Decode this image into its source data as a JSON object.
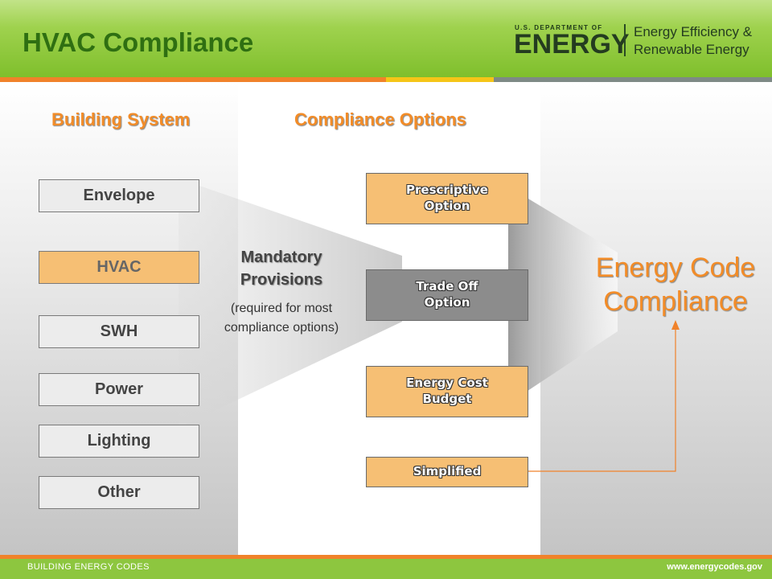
{
  "header": {
    "title": "HVAC Compliance",
    "logo": {
      "agency_line": "U.S. DEPARTMENT OF",
      "agency_word": "ENERGY",
      "office_line1": "Energy Efficiency &",
      "office_line2": "Renewable Energy"
    }
  },
  "headings": {
    "left": "Building System",
    "middle": "Compliance Options"
  },
  "building_systems": [
    "Envelope",
    "HVAC",
    "SWH",
    "Power",
    "Lighting",
    "Other"
  ],
  "mandatory": {
    "title_line1": "Mandatory",
    "title_line2": "Provisions",
    "sub_line1": "(required for most",
    "sub_line2": "compliance options)"
  },
  "options": {
    "prescriptive_line1": "Prescriptive",
    "prescriptive_line2": "Option",
    "tradeoff_line1": "Trade Off",
    "tradeoff_line2": "Option",
    "ecb_line1": "Energy Cost",
    "ecb_line2": "Budget",
    "simplified": "Simplified"
  },
  "outcome": {
    "line1": "Energy Code",
    "line2": "Compliance"
  },
  "footer": {
    "left": "BUILDING ENERGY CODES",
    "right": "www.energycodes.gov"
  },
  "colors": {
    "accent_orange": "#f28c28",
    "highlight_box": "#f6bf74",
    "header_green": "#8dc63f"
  }
}
